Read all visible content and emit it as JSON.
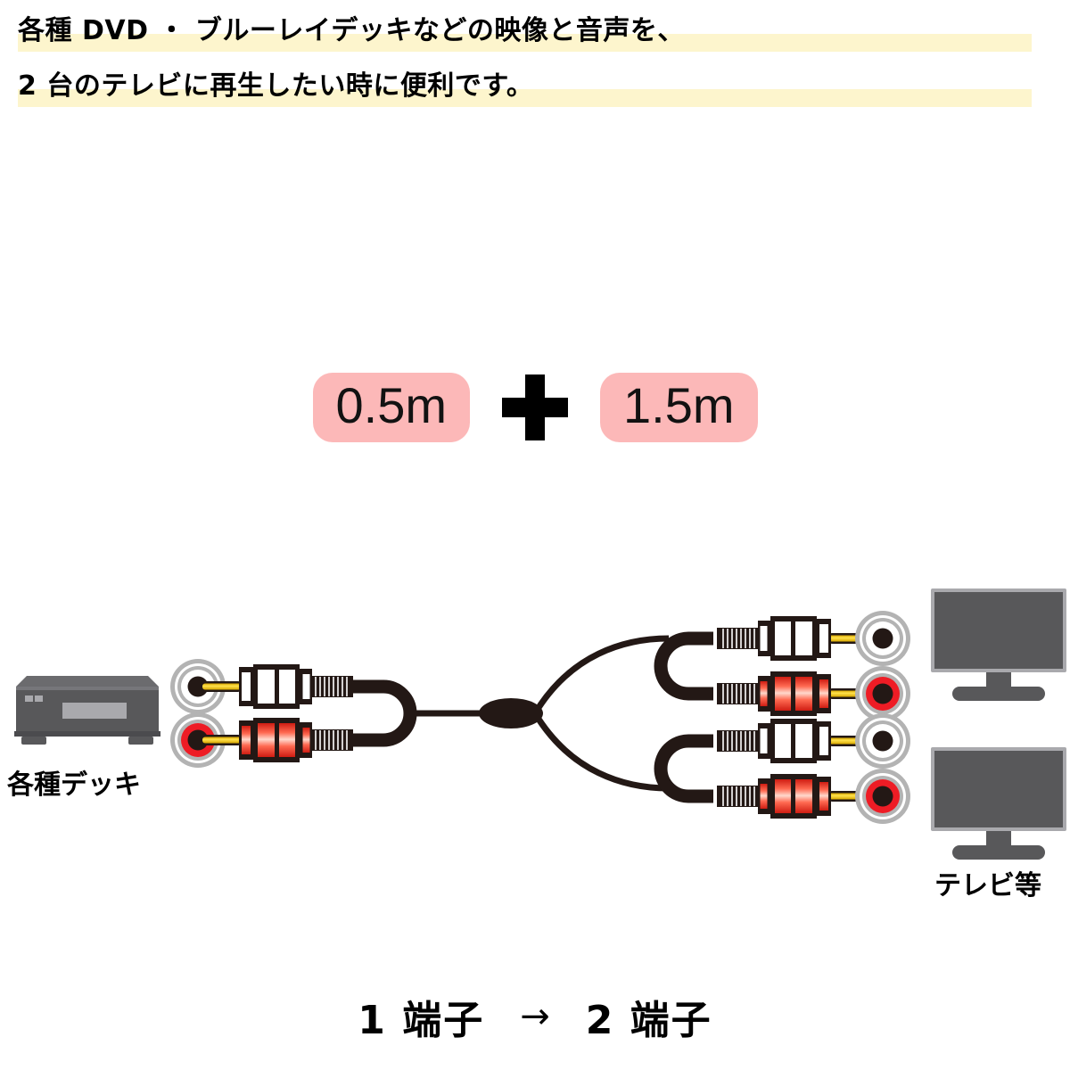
{
  "headline": {
    "lines": [
      "各種 DVD ・ ブルーレイデッキなどの映像と音声を、",
      "2 台のテレビに再生したい時に便利です。"
    ],
    "highlight_color": "#fdf5cd"
  },
  "lengths": {
    "left_badge": "0.5m",
    "operator": "+",
    "right_badge": "1.5m",
    "badge_color": "#fcb8b8"
  },
  "diagram": {
    "source_label": "各種デッキ",
    "destination_label": "テレビ等",
    "source_jacks": [
      {
        "name": "video-jack",
        "ring": "#ffffff",
        "color": "#ffffff"
      },
      {
        "name": "audio-jack",
        "ring": "#ee1c25",
        "color": "#ee1c25"
      }
    ],
    "destination_jacks": [
      {
        "name": "video-jack",
        "color": "#ffffff"
      },
      {
        "name": "audio-jack",
        "color": "#ee1c25"
      },
      {
        "name": "video-jack",
        "color": "#ffffff"
      },
      {
        "name": "audio-jack",
        "color": "#ee1c25"
      }
    ],
    "colors": {
      "cable": "#231815",
      "pin": "#f5c518",
      "white_plug": "#ffffff",
      "red_plug": "#e8251c",
      "jack_ring": "#b3b3b3",
      "tv_body": "#58585a",
      "tv_bezel": "#a9a9ad",
      "deck_body": "#58585a",
      "deck_panel": "#a9a9ad"
    },
    "tv_count": 2,
    "deck_count": 1
  },
  "footer": {
    "from": "1 端子",
    "arrow": "→",
    "to": "2 端子"
  }
}
